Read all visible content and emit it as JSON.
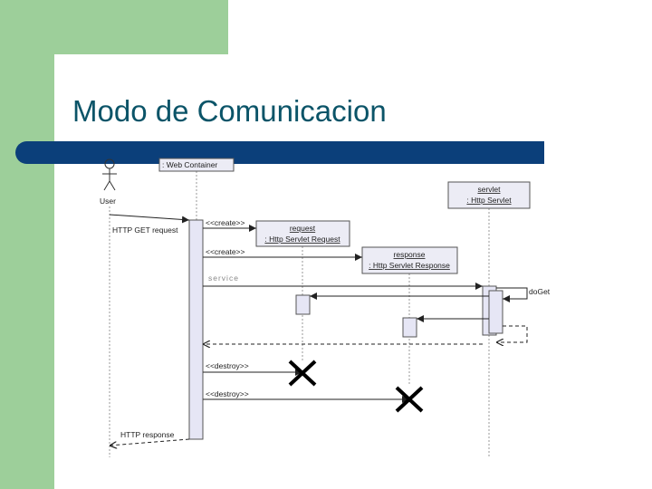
{
  "slide": {
    "title": "Modo de Comunicacion",
    "colors": {
      "title": "#0b5468",
      "bar": "#0b3f7a",
      "sidebar": "#9dcf9a"
    }
  },
  "diagram": {
    "actor_label": "User",
    "web_container": ": Web Container",
    "servlet_name": "servlet",
    "servlet_type": ": Http Servlet",
    "request_name": "request",
    "request_type": ": Http Servlet Request",
    "response_name": "response",
    "response_type": ": Http Servlet Response",
    "msg_get": "HTTP GET request",
    "msg_create1": "<<create>>",
    "msg_create2": "<<create>>",
    "msg_service": "service",
    "msg_doget": "doGet",
    "msg_destroy1": "<<destroy>>",
    "msg_destroy2": "<<destroy>>",
    "msg_response": "HTTP response"
  }
}
